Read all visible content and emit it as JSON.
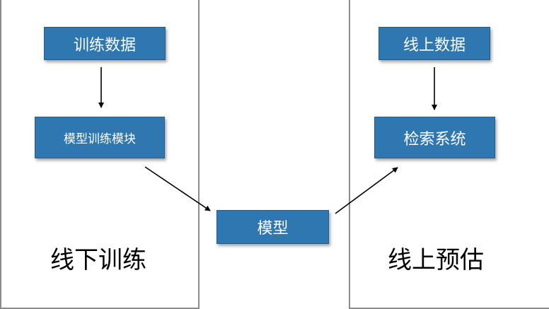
{
  "left_panel": {
    "label": "线下训练",
    "train_data": "训练数据",
    "train_module": "模型训练模块"
  },
  "center": {
    "model": "模型"
  },
  "right_panel": {
    "label": "线上预估",
    "online_data": "线上数据",
    "retrieval_system": "检索系统"
  },
  "colors": {
    "box_fill": "#2e77b0",
    "box_text": "#ffffff",
    "panel_border": "#8c8c8c",
    "arrow": "#000000"
  }
}
